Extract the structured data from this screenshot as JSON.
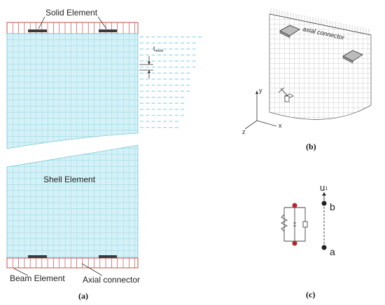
{
  "panel_a": {
    "caption": "(a)",
    "label_solid": "Solid Element",
    "label_shell": "Shell Element",
    "label_beam": "Beam Element",
    "label_axial": "Axial connector",
    "label_thickness": "t",
    "label_thickness_sub": "mesh"
  },
  "panel_b": {
    "caption": "(b)",
    "label_axial": "axial connector",
    "axis_x": "x",
    "axis_y": "y",
    "axis_z": "z"
  },
  "panel_c": {
    "caption": "(c)",
    "label_u": "u",
    "label_u_sub": "1",
    "label_b": "b",
    "label_a": "a"
  },
  "colors": {
    "mesh_fill": "#d4f1f7",
    "mesh_line": "#7cc9da",
    "beam_line": "#c0504d",
    "node_red": "#b3262b",
    "plate": "#bcbcbc"
  }
}
